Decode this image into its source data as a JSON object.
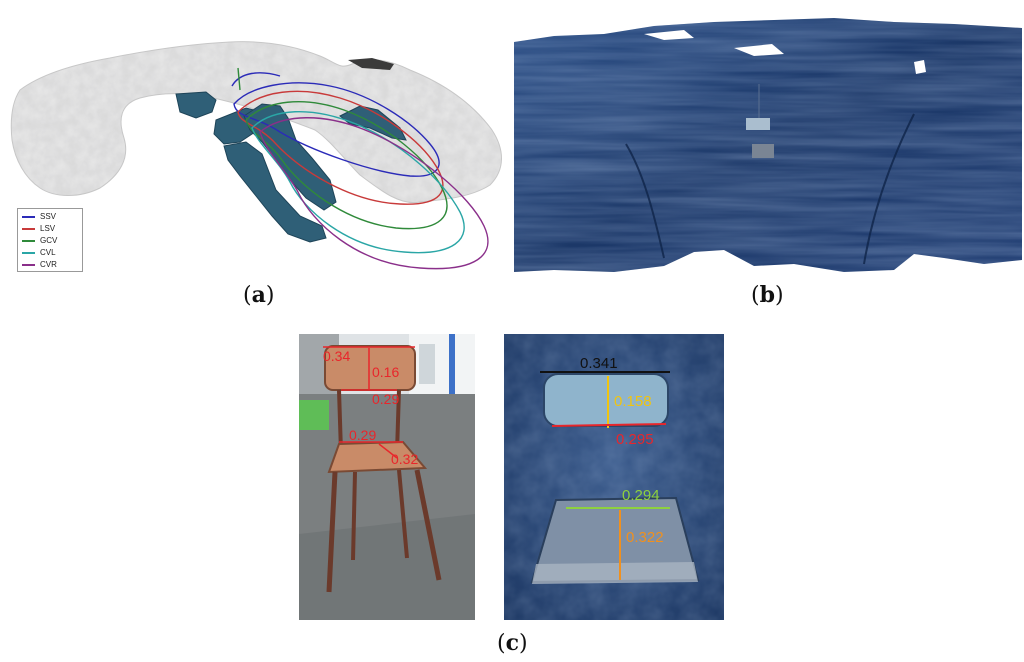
{
  "panel_a": {
    "caption": "a",
    "legend": [
      {
        "label": "SSV",
        "color": "#2b2bb8"
      },
      {
        "label": "LSV",
        "color": "#c83a3a"
      },
      {
        "label": "GCV",
        "color": "#2f8a3a"
      },
      {
        "label": "CVL",
        "color": "#2aa6a6"
      },
      {
        "label": "CVR",
        "color": "#8a2f8a"
      }
    ]
  },
  "panel_b": {
    "caption": "b"
  },
  "panel_c": {
    "caption": "c",
    "photo_measurements": [
      "0.34",
      "0.16",
      "0.29",
      "0.29",
      "0.32"
    ],
    "model_measurements": {
      "top_width": "0.341",
      "back_height": "0.158",
      "back_bottom_width": "0.295",
      "seat_width": "0.294",
      "seat_depth": "0.322"
    },
    "colors": {
      "red": "#e8262b",
      "black": "#111111",
      "yellow": "#f1c40f",
      "green": "#8ed13f",
      "orange": "#f0901e"
    }
  }
}
